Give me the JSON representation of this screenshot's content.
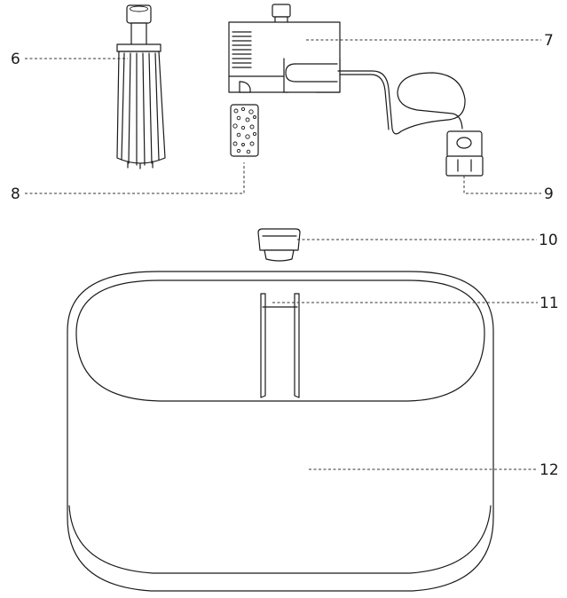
{
  "parts": [
    {
      "id": "6",
      "label": "6"
    },
    {
      "id": "7",
      "label": "7"
    },
    {
      "id": "8",
      "label": "8"
    },
    {
      "id": "9",
      "label": "9"
    },
    {
      "id": "10",
      "label": "10"
    },
    {
      "id": "11",
      "label": "11"
    },
    {
      "id": "12",
      "label": "12"
    }
  ]
}
